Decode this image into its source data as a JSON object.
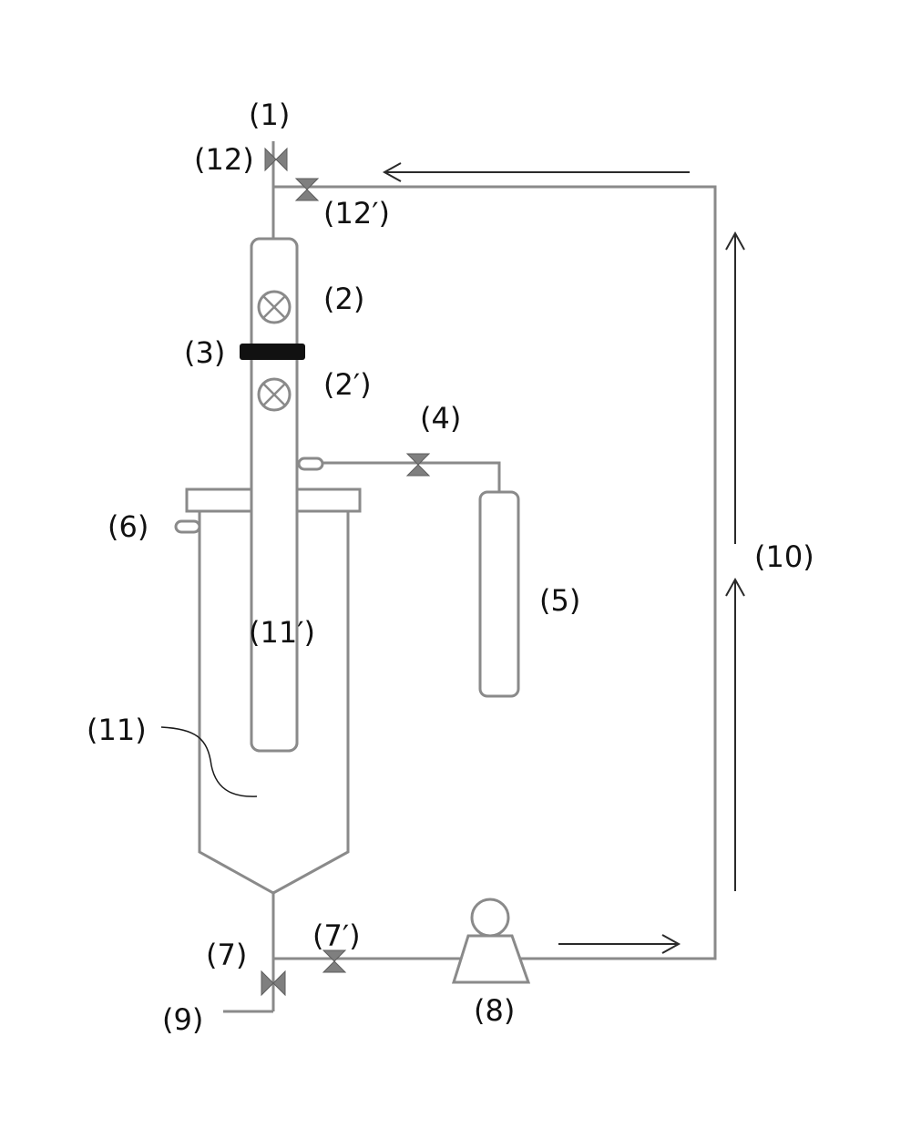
{
  "labels": {
    "l1": "(1)",
    "l12": "(12)",
    "l12p": "(12′)",
    "l2": "(2)",
    "l3": "(3)",
    "l2p": "(2′)",
    "l4": "(4)",
    "l6": "(6)",
    "l5": "(5)",
    "l10": "(10)",
    "l11p": "(11′)",
    "l11": "(11)",
    "l7p": "(7′)",
    "l7": "(7)",
    "l8": "(8)",
    "l9": "(9)"
  },
  "colors": {
    "pipe": "#8a8a8a",
    "valve": "#7f7f7f",
    "arrow": "#2a2a2a",
    "band": "#111111",
    "text": "#111111"
  }
}
